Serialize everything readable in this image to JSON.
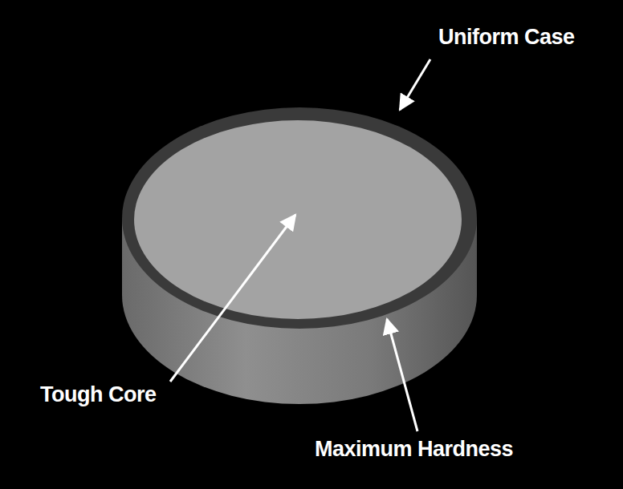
{
  "diagram": {
    "labels": [
      "Uniform Case",
      "Tough Core",
      "Maximum Hardness"
    ]
  }
}
